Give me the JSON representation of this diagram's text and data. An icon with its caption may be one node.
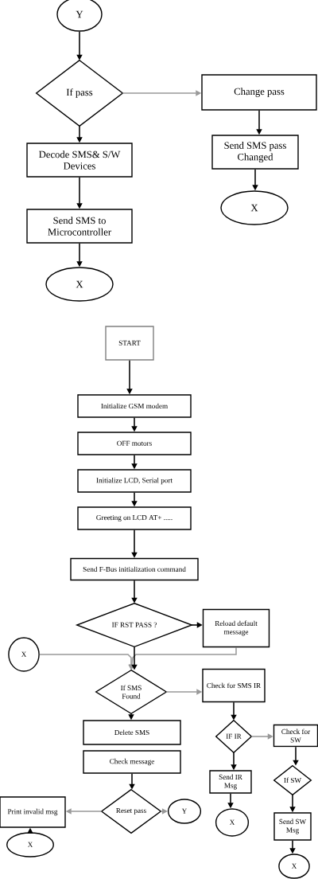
{
  "diagram": {
    "nodes": [
      {
        "text": [
          "Y"
        ]
      },
      {
        "text": [
          "If pass"
        ]
      },
      {
        "text": [
          "Change pass"
        ]
      },
      {
        "text": [
          "Decode SMS& S/W Devices"
        ]
      },
      {
        "text": [
          "Send SMS pass Changed"
        ]
      },
      {
        "text": [
          "X"
        ]
      },
      {
        "text": [
          "Send SMS to Microcontroller"
        ]
      },
      {
        "text": [
          "X"
        ]
      },
      {
        "text": [
          "START"
        ]
      },
      {
        "text": [
          "Initialize GSM modem"
        ]
      },
      {
        "text": [
          "OFF motors"
        ]
      },
      {
        "text": [
          "Initialize LCD, Serial port"
        ]
      },
      {
        "text": [
          "Greeting on LCD AT+ ....."
        ]
      },
      {
        "text": [
          "Send F-Bus initialization command"
        ]
      },
      {
        "text": [
          "IF RST PASS ?"
        ]
      },
      {
        "text": [
          "Reload default message"
        ]
      },
      {
        "text": [
          "X"
        ]
      },
      {
        "text": [
          "If SMS Found"
        ]
      },
      {
        "text": [
          "Check for SMS IR"
        ]
      },
      {
        "text": [
          "Delete SMS"
        ]
      },
      {
        "text": [
          "Check message"
        ]
      },
      {
        "text": [
          "Reset pass"
        ]
      },
      {
        "text": [
          "Print invalid msg"
        ]
      },
      {
        "text": [
          "X"
        ]
      },
      {
        "text": [
          "Y"
        ]
      },
      {
        "text": [
          "IF IR"
        ]
      },
      {
        "text": [
          "Check for SW"
        ]
      },
      {
        "text": [
          "Send IR Msg"
        ]
      },
      {
        "text": [
          "X"
        ]
      },
      {
        "text": [
          "If SW"
        ]
      },
      {
        "text": [
          "Send SW Msg"
        ]
      },
      {
        "text": [
          "X"
        ]
      }
    ],
    "edges": [
      {
        "from": 0,
        "to": 1,
        "arrow": "to"
      },
      {
        "from": 1,
        "to": 2,
        "arrow": "to",
        "color": "#999999"
      },
      {
        "from": 1,
        "to": 3,
        "arrow": "to"
      },
      {
        "from": 2,
        "to": 4,
        "arrow": "to"
      },
      {
        "from": 4,
        "to": 5,
        "arrow": "to"
      },
      {
        "from": 3,
        "to": 6,
        "arrow": "to"
      },
      {
        "from": 6,
        "to": 7,
        "arrow": "to"
      },
      {
        "from": 8,
        "to": 9,
        "arrow": "to"
      },
      {
        "from": 9,
        "to": 10,
        "arrow": "to"
      },
      {
        "from": 10,
        "to": 11,
        "arrow": "to"
      },
      {
        "from": 11,
        "to": 12,
        "arrow": "to"
      },
      {
        "from": 12,
        "to": 13,
        "arrow": "to"
      },
      {
        "from": 13,
        "to": 14,
        "arrow": "to"
      },
      {
        "from": 14,
        "to": 15,
        "arrow": "to"
      },
      {
        "from": 15,
        "to": 17,
        "arrow": "to",
        "color": "#999999"
      },
      {
        "from": 16,
        "to": 17,
        "arrow": "to",
        "color": "#999999"
      },
      {
        "from": 14,
        "to": 17,
        "arrow": "to"
      },
      {
        "from": 17,
        "to": 18,
        "arrow": "to",
        "color": "#999999"
      },
      {
        "from": 17,
        "to": 19,
        "arrow": "to"
      },
      {
        "from": 20,
        "to": 21,
        "arrow": "to"
      },
      {
        "from": 21,
        "to": 22,
        "arrow": "to",
        "color": "#999999"
      },
      {
        "from": 21,
        "to": 24,
        "arrow": "to",
        "color": "#999999"
      },
      {
        "from": 23,
        "to": 22,
        "arrow": "to"
      },
      {
        "from": 18,
        "to": 25,
        "arrow": "to"
      },
      {
        "from": 25,
        "to": 26,
        "arrow": "to",
        "color": "#999999"
      },
      {
        "from": 25,
        "to": 27,
        "arrow": "to"
      },
      {
        "from": 27,
        "to": 28,
        "arrow": "to"
      },
      {
        "from": 26,
        "to": 29,
        "arrow": "to"
      },
      {
        "from": 29,
        "to": 30,
        "arrow": "to"
      },
      {
        "from": 30,
        "to": 31,
        "arrow": "to"
      }
    ]
  }
}
